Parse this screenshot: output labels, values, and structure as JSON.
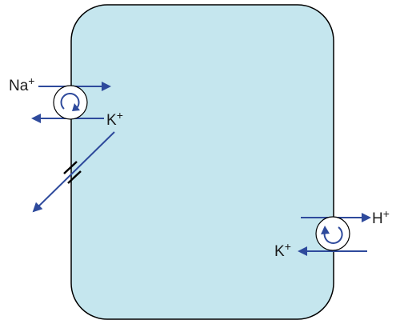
{
  "diagram": {
    "colors": {
      "cell_fill": "#c5e6ee",
      "cell_stroke": "#000000",
      "arrow": "#2e4a9c",
      "channel": "#000000",
      "pump_fill": "#ffffff"
    },
    "labels": {
      "na": {
        "base": "Na",
        "charge": "+"
      },
      "k_left": {
        "base": "K",
        "charge": "+"
      },
      "h": {
        "base": "H",
        "charge": "+"
      },
      "k_right": {
        "base": "K",
        "charge": "+"
      }
    },
    "icons": {
      "left_pump": "rotation-clockwise-icon",
      "right_pump": "rotation-counterclockwise-icon"
    }
  }
}
